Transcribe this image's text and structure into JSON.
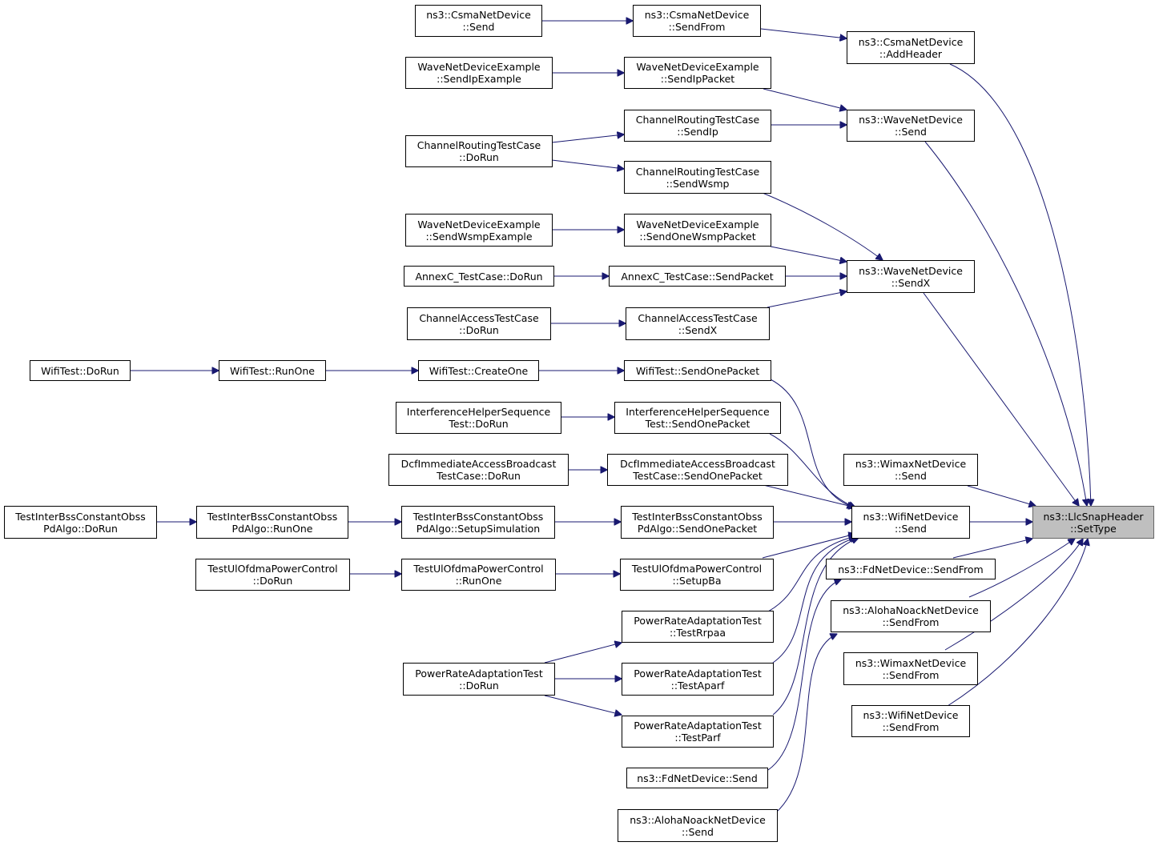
{
  "colors": {
    "edge": "#191970",
    "root_fill": "#bfbfbf",
    "node_border": "#000000",
    "background": "#ffffff"
  },
  "nodes": {
    "settype": [
      "ns3::LlcSnapHeader",
      "::SetType"
    ],
    "csma_addheader": [
      "ns3::CsmaNetDevice",
      "::AddHeader"
    ],
    "wave_send": [
      "ns3::WaveNetDevice",
      "::Send"
    ],
    "wave_sendx": [
      "ns3::WaveNetDevice",
      "::SendX"
    ],
    "wimax_send": [
      "ns3::WimaxNetDevice",
      "::Send"
    ],
    "wifi_send": [
      "ns3::WifiNetDevice",
      "::Send"
    ],
    "fd_sendfrom": [
      "ns3::FdNetDevice::SendFrom"
    ],
    "aloha_sendfrom": [
      "ns3::AlohaNoackNetDevice",
      "::SendFrom"
    ],
    "wimax_sendfrom": [
      "ns3::WimaxNetDevice",
      "::SendFrom"
    ],
    "wifi_sendfrom": [
      "ns3::WifiNetDevice",
      "::SendFrom"
    ],
    "csma_sendfrom": [
      "ns3::CsmaNetDevice",
      "::SendFrom"
    ],
    "csma_send": [
      "ns3::CsmaNetDevice",
      "::Send"
    ],
    "wde_sendippacket": [
      "WaveNetDeviceExample",
      "::SendIpPacket"
    ],
    "wde_sendipexample": [
      "WaveNetDeviceExample",
      "::SendIpExample"
    ],
    "crtc_sendip": [
      "ChannelRoutingTestCase",
      "::SendIp"
    ],
    "crtc_dorun": [
      "ChannelRoutingTestCase",
      "::DoRun"
    ],
    "crtc_sendwsmp": [
      "ChannelRoutingTestCase",
      "::SendWsmp"
    ],
    "wde_sendonewsmppacket": [
      "WaveNetDeviceExample",
      "::SendOneWsmpPacket"
    ],
    "wde_sendwsmpexample": [
      "WaveNetDeviceExample",
      "::SendWsmpExample"
    ],
    "annexc_sendpacket": [
      "AnnexC_TestCase::SendPacket"
    ],
    "annexc_dorun": [
      "AnnexC_TestCase::DoRun"
    ],
    "catc_sendx": [
      "ChannelAccessTestCase",
      "::SendX"
    ],
    "catc_dorun": [
      "ChannelAccessTestCase",
      "::DoRun"
    ],
    "wt_sendonepacket": [
      "WifiTest::SendOnePacket"
    ],
    "wt_createone": [
      "WifiTest::CreateOne"
    ],
    "wt_runone": [
      "WifiTest::RunOne"
    ],
    "wt_dorun": [
      "WifiTest::DoRun"
    ],
    "ihs_sendonepacket": [
      "InterferenceHelperSequence",
      "Test::SendOnePacket"
    ],
    "ihs_dorun": [
      "InterferenceHelperSequence",
      "Test::DoRun"
    ],
    "dcf_sendonepacket": [
      "DcfImmediateAccessBroadcast",
      "TestCase::SendOnePacket"
    ],
    "dcf_dorun": [
      "DcfImmediateAccessBroadcast",
      "TestCase::DoRun"
    ],
    "tib_sendonepacket": [
      "TestInterBssConstantObss",
      "PdAlgo::SendOnePacket"
    ],
    "tib_setupsimulation": [
      "TestInterBssConstantObss",
      "PdAlgo::SetupSimulation"
    ],
    "tib_runone": [
      "TestInterBssConstantObss",
      "PdAlgo::RunOne"
    ],
    "tib_dorun": [
      "TestInterBssConstantObss",
      "PdAlgo::DoRun"
    ],
    "tupc_setupba": [
      "TestUlOfdmaPowerControl",
      "::SetupBa"
    ],
    "tupc_runone": [
      "TestUlOfdmaPowerControl",
      "::RunOne"
    ],
    "tupc_dorun": [
      "TestUlOfdmaPowerControl",
      "::DoRun"
    ],
    "prat_testrrpaa": [
      "PowerRateAdaptationTest",
      "::TestRrpaa"
    ],
    "prat_testaparf": [
      "PowerRateAdaptationTest",
      "::TestAparf"
    ],
    "prat_testparf": [
      "PowerRateAdaptationTest",
      "::TestParf"
    ],
    "prat_dorun": [
      "PowerRateAdaptationTest",
      "::DoRun"
    ],
    "fd_send": [
      "ns3::FdNetDevice::Send"
    ],
    "aloha_send": [
      "ns3::AlohaNoackNetDevice",
      "::Send"
    ]
  },
  "edges": [
    [
      "csma_addheader",
      "settype"
    ],
    [
      "wave_send",
      "settype"
    ],
    [
      "wave_sendx",
      "settype"
    ],
    [
      "wimax_send",
      "settype"
    ],
    [
      "wifi_send",
      "settype"
    ],
    [
      "fd_sendfrom",
      "settype"
    ],
    [
      "aloha_sendfrom",
      "settype"
    ],
    [
      "wimax_sendfrom",
      "settype"
    ],
    [
      "wifi_sendfrom",
      "settype"
    ],
    [
      "csma_sendfrom",
      "csma_addheader"
    ],
    [
      "csma_send",
      "csma_sendfrom"
    ],
    [
      "wde_sendippacket",
      "wave_send"
    ],
    [
      "wde_sendipexample",
      "wde_sendippacket"
    ],
    [
      "crtc_sendip",
      "wave_send"
    ],
    [
      "crtc_dorun",
      "crtc_sendip"
    ],
    [
      "crtc_dorun",
      "crtc_sendwsmp"
    ],
    [
      "crtc_sendwsmp",
      "wave_sendx"
    ],
    [
      "wde_sendonewsmppacket",
      "wave_sendx"
    ],
    [
      "wde_sendwsmpexample",
      "wde_sendonewsmppacket"
    ],
    [
      "annexc_sendpacket",
      "wave_sendx"
    ],
    [
      "annexc_dorun",
      "annexc_sendpacket"
    ],
    [
      "catc_sendx",
      "wave_sendx"
    ],
    [
      "catc_dorun",
      "catc_sendx"
    ],
    [
      "wt_sendonepacket",
      "wifi_send"
    ],
    [
      "wt_createone",
      "wt_sendonepacket"
    ],
    [
      "wt_runone",
      "wt_createone"
    ],
    [
      "wt_dorun",
      "wt_runone"
    ],
    [
      "ihs_sendonepacket",
      "wifi_send"
    ],
    [
      "ihs_dorun",
      "ihs_sendonepacket"
    ],
    [
      "dcf_sendonepacket",
      "wifi_send"
    ],
    [
      "dcf_dorun",
      "dcf_sendonepacket"
    ],
    [
      "tib_sendonepacket",
      "wifi_send"
    ],
    [
      "tib_setupsimulation",
      "tib_sendonepacket"
    ],
    [
      "tib_runone",
      "tib_setupsimulation"
    ],
    [
      "tib_dorun",
      "tib_runone"
    ],
    [
      "tupc_setupba",
      "wifi_send"
    ],
    [
      "tupc_runone",
      "tupc_setupba"
    ],
    [
      "tupc_dorun",
      "tupc_runone"
    ],
    [
      "prat_testrrpaa",
      "wifi_send"
    ],
    [
      "prat_testaparf",
      "wifi_send"
    ],
    [
      "prat_testparf",
      "wifi_send"
    ],
    [
      "prat_dorun",
      "prat_testrrpaa"
    ],
    [
      "prat_dorun",
      "prat_testaparf"
    ],
    [
      "prat_dorun",
      "prat_testparf"
    ],
    [
      "fd_send",
      "fd_sendfrom"
    ],
    [
      "aloha_send",
      "aloha_sendfrom"
    ]
  ]
}
